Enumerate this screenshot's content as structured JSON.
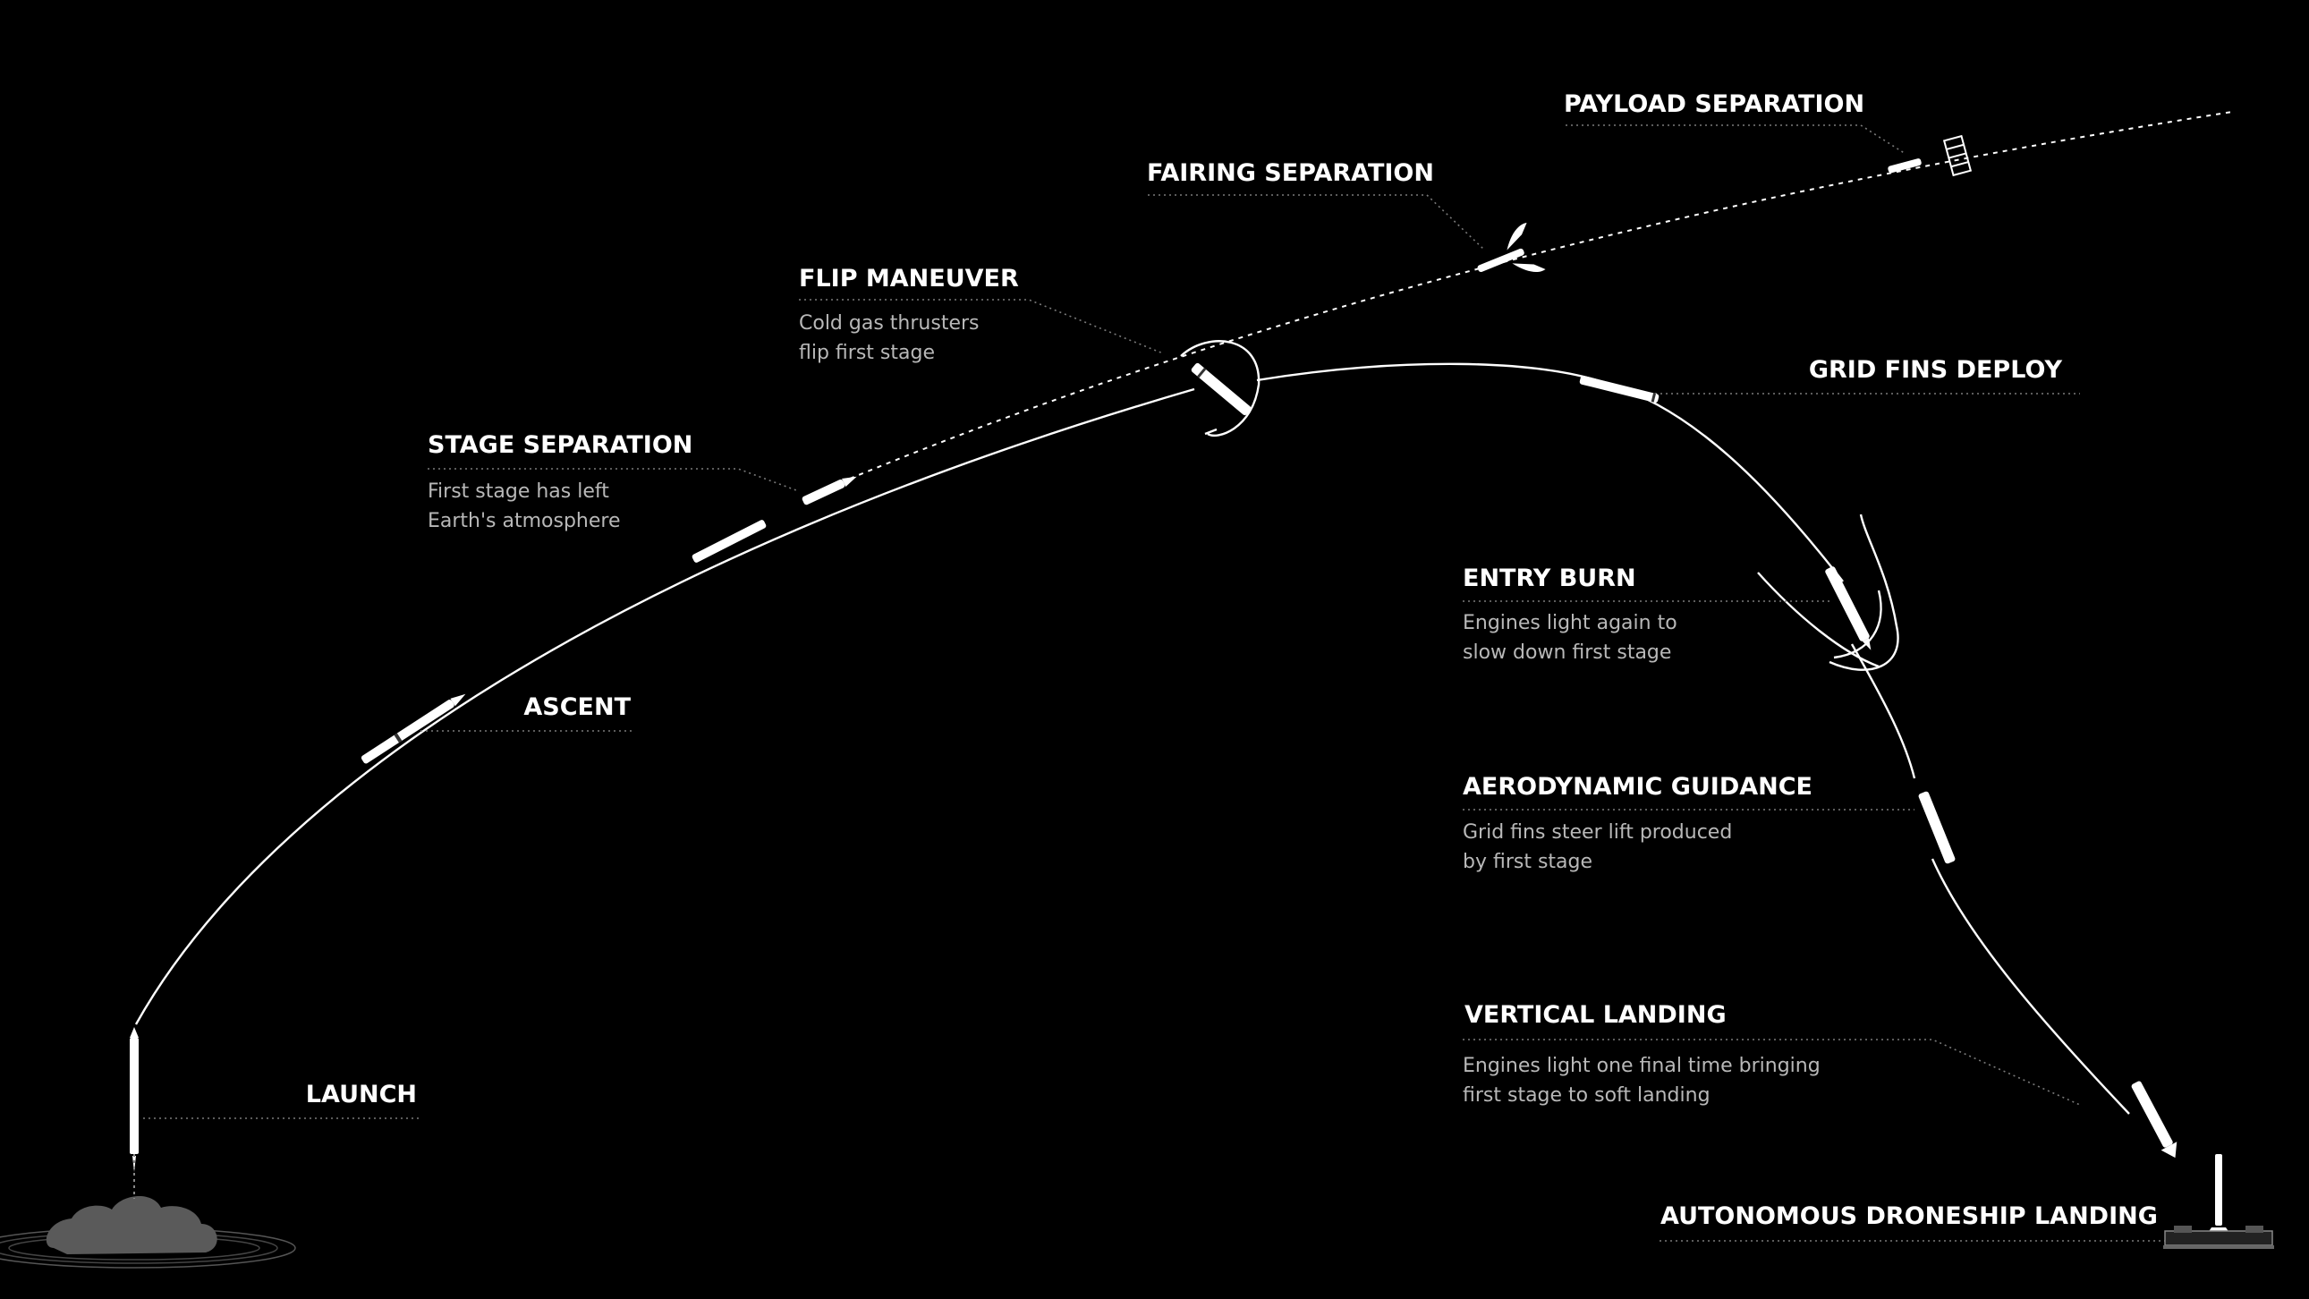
{
  "milestones": {
    "payload_separation": {
      "title": "PAYLOAD SEPARATION"
    },
    "fairing_separation": {
      "title": "FAIRING SEPARATION"
    },
    "flip_maneuver": {
      "title": "FLIP MANEUVER",
      "line1": "Cold gas thrusters",
      "line2": "flip first stage"
    },
    "stage_separation": {
      "title": "STAGE SEPARATION",
      "line1": "First stage has left",
      "line2": "Earth's atmosphere"
    },
    "ascent": {
      "title": "ASCENT"
    },
    "launch": {
      "title": "LAUNCH"
    },
    "grid_fins_deploy": {
      "title": "GRID FINS DEPLOY"
    },
    "entry_burn": {
      "title": "ENTRY BURN",
      "line1": "Engines light again to",
      "line2": "slow down first stage"
    },
    "aerodynamic_guidance": {
      "title": "AERODYNAMIC GUIDANCE",
      "line1": "Grid fins steer lift produced",
      "line2": "by first stage"
    },
    "vertical_landing": {
      "title": "VERTICAL LANDING",
      "line1": "Engines light one final time bringing",
      "line2": "first stage to soft landing"
    },
    "droneship_landing": {
      "title": "AUTONOMOUS DRONESHIP LANDING"
    }
  },
  "colors": {
    "background": "#000000",
    "trajectory": "#ffffff",
    "label": "#ffffff",
    "description": "#b8b8b8",
    "leader": "#7a7a7a"
  }
}
